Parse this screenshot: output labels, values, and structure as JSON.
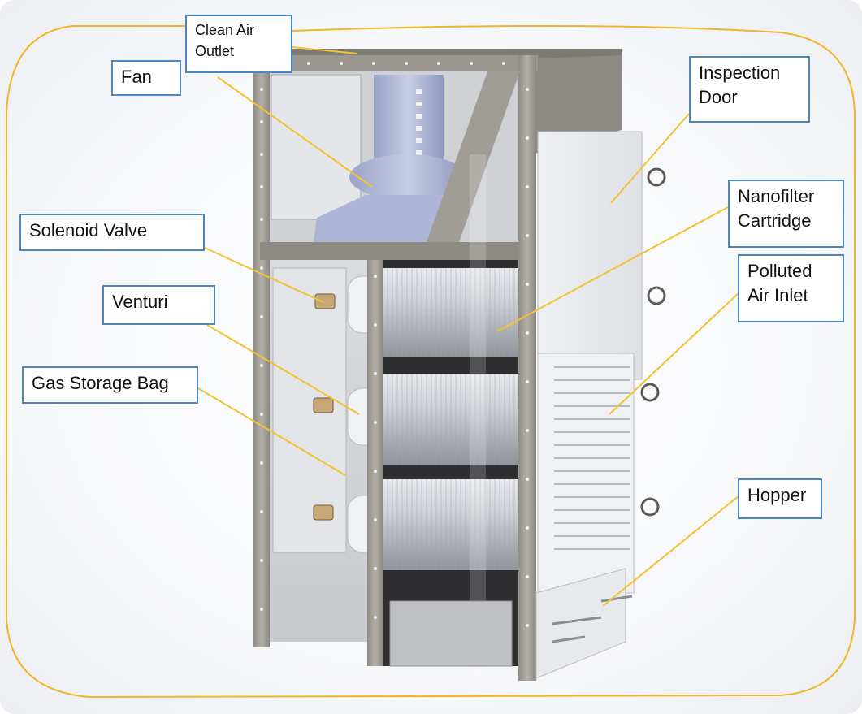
{
  "colors": {
    "frame_outline": "#f2b52a",
    "leader_line": "#f2c232",
    "label_border": "#4a86c0"
  },
  "labels": {
    "clean_air_outlet": "Clean Air\nOutlet",
    "fan": "Fan",
    "solenoid_valve": "Solenoid Valve",
    "venturi": "Venturi",
    "gas_storage_bag": "Gas Storage Bag",
    "inspection_door": "Inspection\nDoor",
    "nanofilter_cartridge": "Nanofilter\nCartridge",
    "polluted_air_inlet": "Polluted\nAir Inlet",
    "hopper": "Hopper"
  }
}
